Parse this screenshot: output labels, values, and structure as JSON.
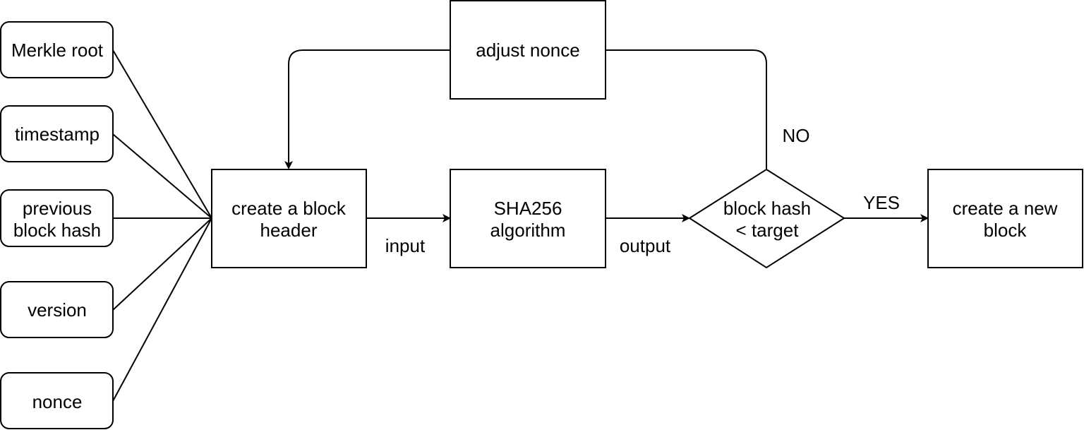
{
  "nodes": {
    "merkle_root": {
      "label": "Merkle root"
    },
    "timestamp": {
      "label": "timestamp"
    },
    "previous_block_hash": {
      "line1": "previous",
      "line2": "block hash"
    },
    "version": {
      "label": "version"
    },
    "nonce": {
      "label": "nonce"
    },
    "create_block_header": {
      "line1": "create a block",
      "line2": "header"
    },
    "sha256": {
      "line1": "SHA256",
      "line2": "algorithm"
    },
    "block_hash_check": {
      "line1": "block hash",
      "line2": "< target"
    },
    "create_new_block": {
      "line1": "create a new",
      "line2": "block"
    },
    "adjust_nonce": {
      "label": "adjust nonce"
    }
  },
  "edges": {
    "input": {
      "label": "input"
    },
    "output": {
      "label": "output"
    },
    "yes": {
      "label": "YES"
    },
    "no": {
      "label": "NO"
    }
  }
}
